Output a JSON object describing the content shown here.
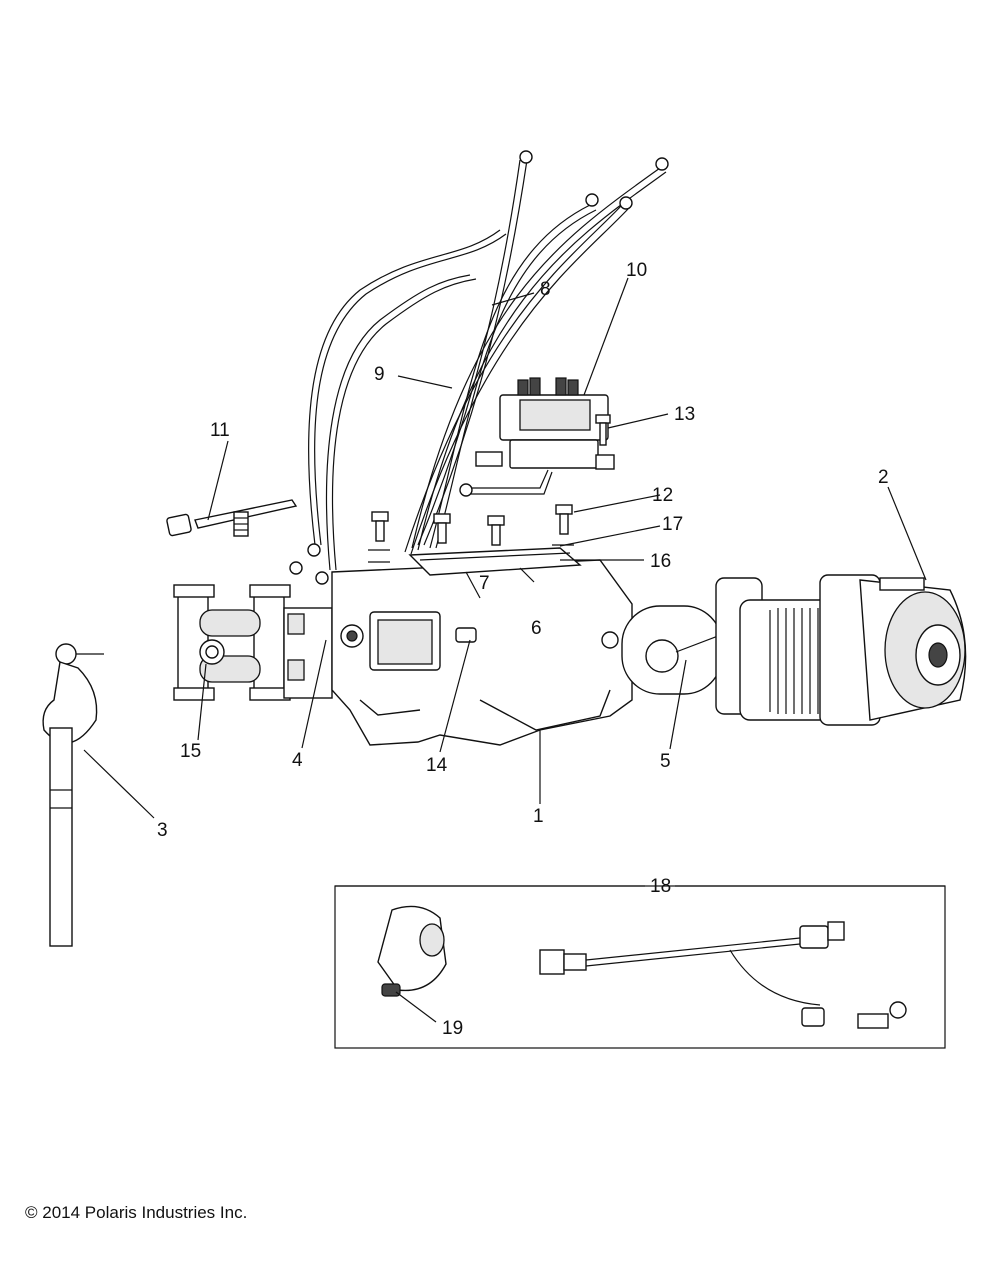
{
  "callouts": {
    "c1": "1",
    "c2": "2",
    "c3": "3",
    "c4": "4",
    "c5": "5",
    "c6": "6",
    "c7": "7",
    "c8": "8",
    "c9": "9",
    "c10": "10",
    "c11": "11",
    "c12": "12",
    "c13": "13",
    "c14": "14",
    "c15": "15",
    "c16": "16",
    "c17": "17",
    "c18": "18",
    "c19": "19"
  },
  "copyright": "© 2014 Polaris Industries Inc."
}
